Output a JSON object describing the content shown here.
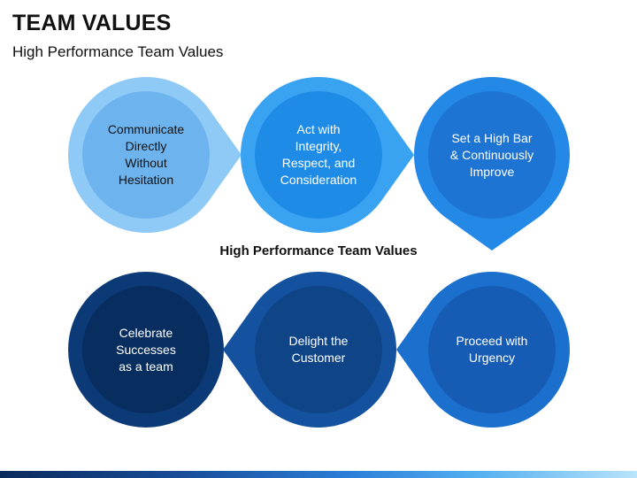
{
  "header": {
    "title": "TEAM VALUES",
    "subtitle": "High Performance Team Values"
  },
  "diagram": {
    "center_label": "High Performance Team Values",
    "nodes": [
      {
        "label": "Communicate\nDirectly\nWithout\nHesitation",
        "outer_color": "#8fcaf7",
        "inner_color": "#6db4ef",
        "text_color": "#111111",
        "pointer": "right"
      },
      {
        "label": "Act with\nIntegrity,\nRespect, and\nConsideration",
        "outer_color": "#3aa3f1",
        "inner_color": "#1e8ce6",
        "text_color": "#ffffff",
        "pointer": "right"
      },
      {
        "label": "Set a High Bar\n& Continuously\nImprove",
        "outer_color": "#2488e6",
        "inner_color": "#1d74d2",
        "text_color": "#ffffff",
        "pointer": "down"
      },
      {
        "label": "Proceed with\nUrgency",
        "outer_color": "#1b6fcd",
        "inner_color": "#165cb4",
        "text_color": "#ffffff",
        "pointer": "left"
      },
      {
        "label": "Delight the\nCustomer",
        "outer_color": "#14519f",
        "inner_color": "#0f4487",
        "text_color": "#ffffff",
        "pointer": "left"
      },
      {
        "label": "Celebrate\nSuccesses\nas a team",
        "outer_color": "#0c3a76",
        "inner_color": "#082e60",
        "text_color": "#ffffff",
        "pointer": "none"
      }
    ]
  }
}
